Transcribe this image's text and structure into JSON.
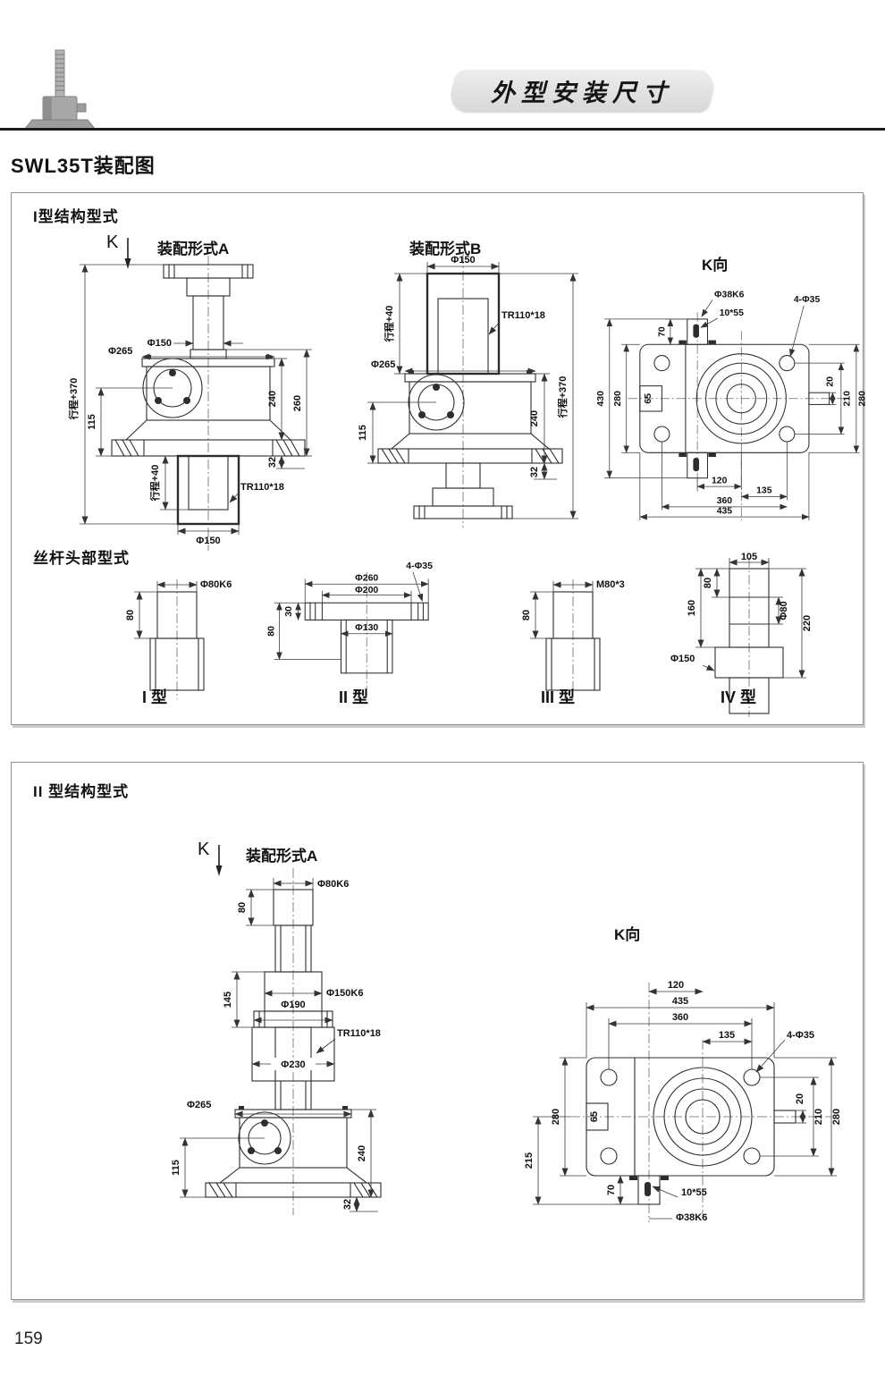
{
  "header": {
    "banner": "外型安装尺寸"
  },
  "doc": {
    "title": "SWL35T装配图",
    "page_number": "159"
  },
  "s1": {
    "heading": "I型结构型式",
    "k": "K",
    "viewA": {
      "title": "装配形式A",
      "L": {
        "stroke370": "行程+370",
        "phi150": "Φ150",
        "phi265": "Φ265",
        "d115": "115",
        "stroke40": "行程+40",
        "d240": "240",
        "d260": "260",
        "d32": "32",
        "tr": "TR110*18",
        "phi150b": "Φ150"
      }
    },
    "viewB": {
      "title": "装配形式B",
      "L": {
        "phi150": "Φ150",
        "stroke40": "行程+40",
        "tr": "TR110*18",
        "phi265": "Φ265",
        "d115": "115",
        "d240": "240",
        "d32": "32",
        "stroke370": "行程+370"
      }
    },
    "viewK": {
      "title": "K向",
      "L": {
        "phi38": "Φ38K6",
        "key": "10*55",
        "holes": "4-Φ35",
        "d70": "70",
        "d430": "430",
        "d280l": "280",
        "d65": "65",
        "d20": "20",
        "d210": "210",
        "d280r": "280",
        "d120": "120",
        "d135": "135",
        "d360": "360",
        "d435": "435"
      }
    },
    "heads": {
      "heading": "丝杆头部型式",
      "t1": {
        "label": "I 型",
        "L": {
          "phi80": "Φ80K6",
          "d80": "80"
        }
      },
      "t2": {
        "label": "II 型",
        "L": {
          "holes": "4-Φ35",
          "phi260": "Φ260",
          "phi200": "Φ200",
          "phi130": "Φ130",
          "d30": "30",
          "d80": "80"
        }
      },
      "t3": {
        "label": "III 型",
        "L": {
          "m80": "M80*3",
          "d80": "80"
        }
      },
      "t4": {
        "label": "IV 型",
        "L": {
          "d105": "105",
          "d160": "160",
          "d80": "80",
          "phi80": "Φ80",
          "d220": "220",
          "phi150": "Φ150"
        }
      }
    }
  },
  "s2": {
    "heading": "II 型结构型式",
    "k": "K",
    "viewA": {
      "title": "装配形式A",
      "L": {
        "phi80k6": "Φ80K6",
        "d80": "80",
        "d145": "145",
        "phi150k6": "Φ150K6",
        "phi190": "Φ190",
        "tr": "TR110*18",
        "phi230": "Φ230",
        "phi265": "Φ265",
        "d115": "115",
        "d240": "240",
        "d32": "32"
      }
    },
    "viewK": {
      "title": "K向",
      "L": {
        "d120": "120",
        "d435": "435",
        "d360": "360",
        "d135": "135",
        "holes": "4-Φ35",
        "d280l": "280",
        "d65": "65",
        "d215": "215",
        "d20": "20",
        "d210": "210",
        "d280r": "280",
        "d70": "70",
        "key": "10*55",
        "phi38": "Φ38K6"
      }
    }
  }
}
